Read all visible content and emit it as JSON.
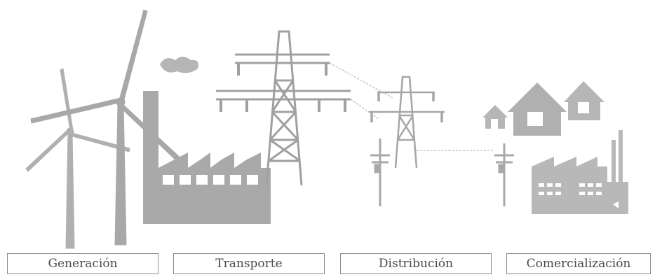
{
  "stages": [
    {
      "label": "Generación"
    },
    {
      "label": "Transporte"
    },
    {
      "label": "Distribución"
    },
    {
      "label": "Comercialización"
    }
  ],
  "icons": [
    "wind-turbine-icon",
    "factory-icon",
    "transmission-tower-icon",
    "distribution-tower-icon",
    "utility-pole-icon",
    "house-icon",
    "industrial-plant-icon"
  ],
  "colors": {
    "illustration": "#b8b8b8",
    "illustration_dark": "#9e9e9e",
    "border": "#8a8a8a",
    "text": "#4a4a4a"
  }
}
